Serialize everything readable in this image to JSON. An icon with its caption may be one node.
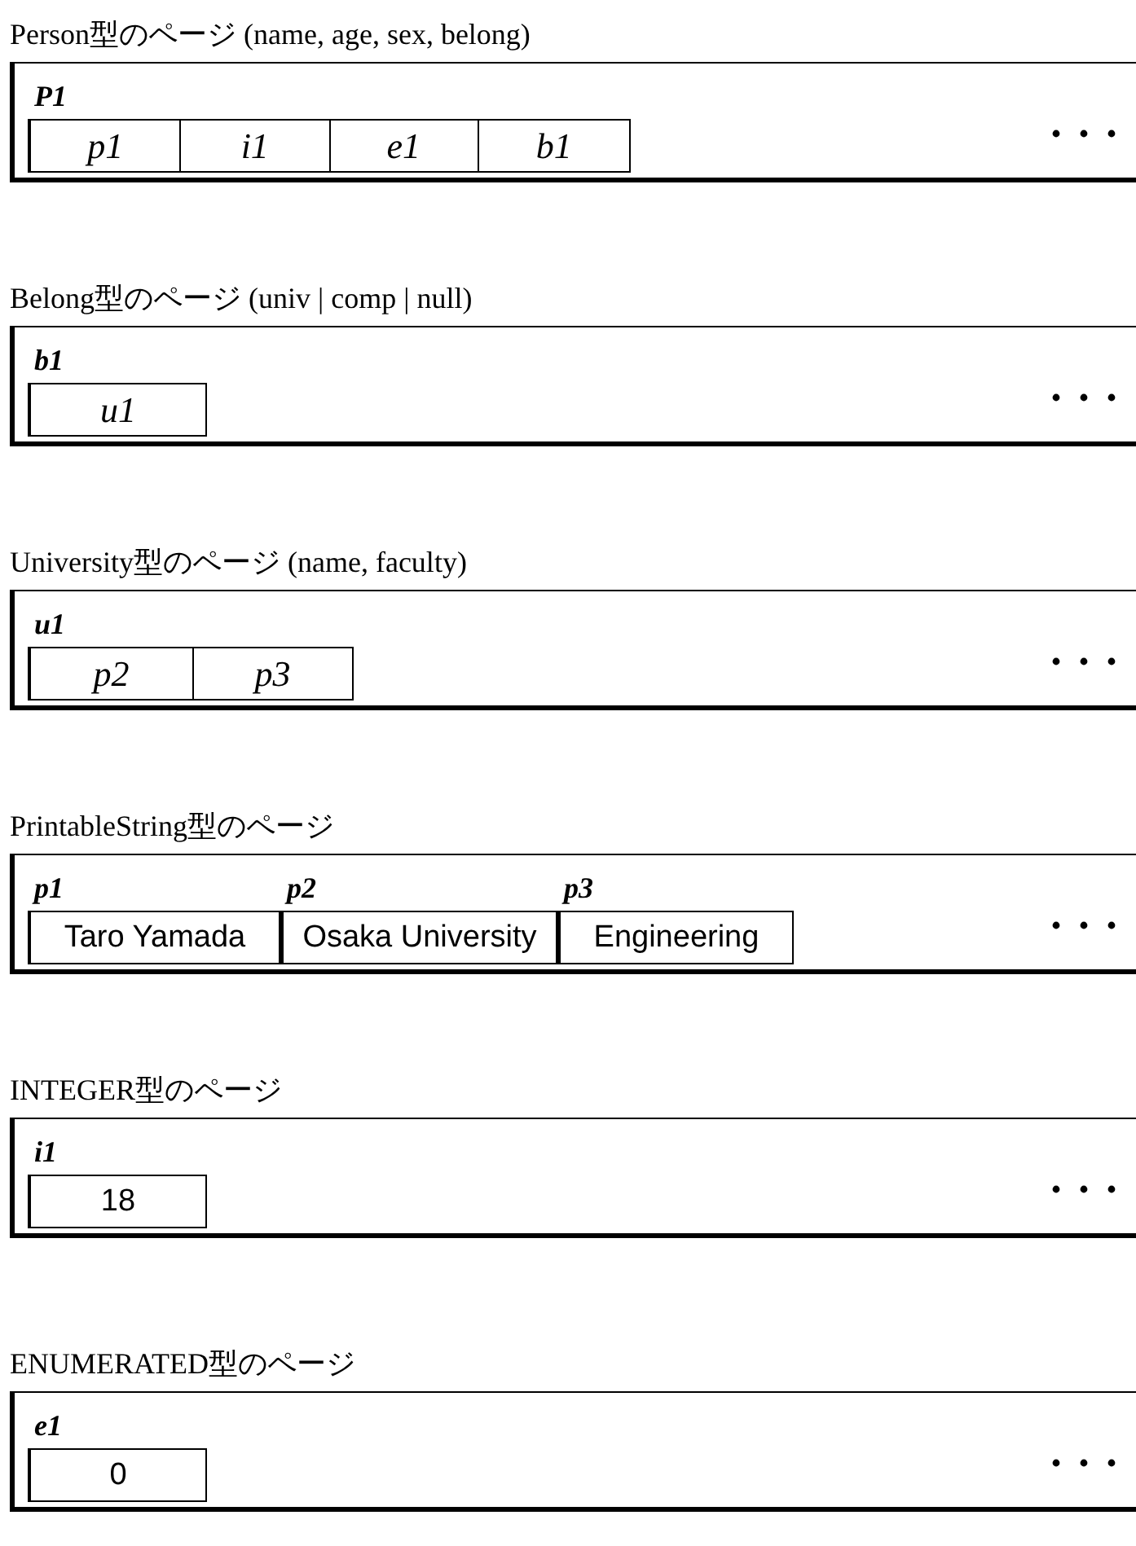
{
  "diagram": {
    "nodes": [
      {
        "text": [
          "Person型のページ (name, age, sex, belong)"
        ]
      },
      {
        "text": [
          "P1"
        ],
        "in": 0
      },
      {
        "text": [
          "p1"
        ],
        "in": 1
      },
      {
        "text": [
          "i1"
        ],
        "in": 1
      },
      {
        "text": [
          "e1"
        ],
        "in": 1
      },
      {
        "text": [
          "b1"
        ],
        "in": 1
      },
      {
        "text": [
          "Belong型のページ (univ | comp | null)"
        ]
      },
      {
        "text": [
          "b1",
          "u1"
        ],
        "in": 6
      },
      {
        "text": [
          "University型のページ (name, faculty)"
        ]
      },
      {
        "text": [
          "u1"
        ],
        "in": 8
      },
      {
        "text": [
          "p2"
        ],
        "in": 9
      },
      {
        "text": [
          "p3"
        ],
        "in": 9
      },
      {
        "text": [
          "PrintableString型のページ"
        ]
      },
      {
        "text": [
          "p1",
          "Taro Yamada"
        ],
        "in": 12
      },
      {
        "text": [
          "p2",
          "Osaka University"
        ],
        "in": 12
      },
      {
        "text": [
          "p3",
          "Engineering"
        ],
        "in": 12
      },
      {
        "text": [
          "INTEGER型のページ"
        ]
      },
      {
        "text": [
          "i1",
          "18"
        ],
        "in": 16
      },
      {
        "text": [
          "ENUMERATED型のページ"
        ]
      },
      {
        "text": [
          "e1",
          "0"
        ],
        "in": 18
      }
    ]
  }
}
